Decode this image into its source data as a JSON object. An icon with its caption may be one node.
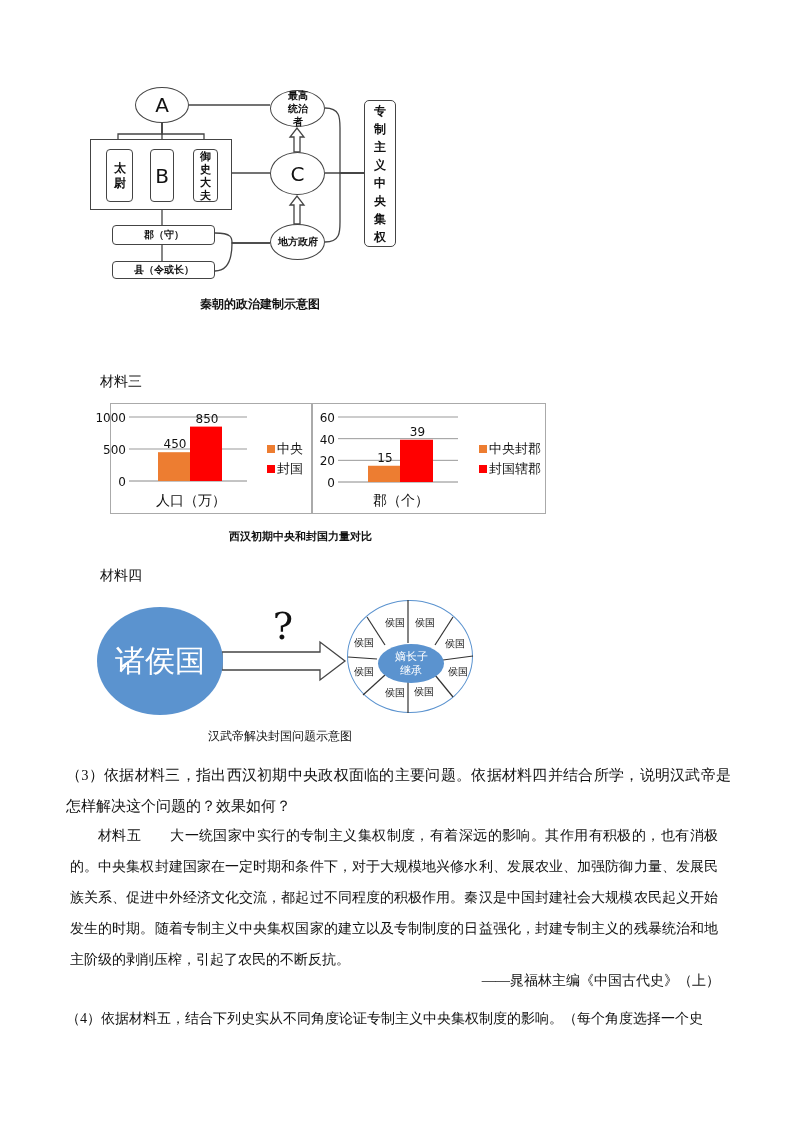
{
  "diagram": {
    "nodes": [
      {
        "text": [
          "A"
        ]
      },
      {
        "text": [],
        "shape": "box"
      },
      {
        "text": [
          "太尉"
        ],
        "in": 1
      },
      {
        "text": [
          "B"
        ],
        "in": 1
      },
      {
        "text": [
          "御史大夫"
        ],
        "in": 1
      },
      {
        "text": [
          "郡（守）"
        ]
      },
      {
        "text": [
          "县（令或长）"
        ]
      },
      {
        "text": [
          "最高统治者"
        ]
      },
      {
        "text": [
          "C"
        ]
      },
      {
        "text": [
          "地方政府"
        ]
      },
      {
        "text": [
          "专制主义中央集权"
        ]
      },
      {
        "text": [
          "诸侯国"
        ]
      },
      {
        "text": [],
        "shape": "circle"
      },
      {
        "text": [
          "嫡长子继承"
        ],
        "in": 12
      },
      {
        "text": [
          "侯国"
        ],
        "in": 12
      },
      {
        "text": [
          "侯国"
        ],
        "in": 12
      },
      {
        "text": [
          "侯国"
        ],
        "in": 12
      },
      {
        "text": [
          "侯国"
        ],
        "in": 12
      },
      {
        "text": [
          "侯国"
        ],
        "in": 12
      },
      {
        "text": [
          "侯国"
        ],
        "in": 12
      },
      {
        "text": [
          "侯国"
        ],
        "in": 12
      },
      {
        "text": [
          "侯国"
        ],
        "in": 12
      }
    ],
    "edges": [
      {
        "from": 0,
        "to": 7,
        "arrow": "none"
      },
      {
        "from": 0,
        "to": 2,
        "arrow": "none"
      },
      {
        "from": 0,
        "to": 3,
        "arrow": "none"
      },
      {
        "from": 0,
        "to": 4,
        "arrow": "none"
      },
      {
        "from": 1,
        "to": 8,
        "arrow": "none"
      },
      {
        "from": 1,
        "to": 5,
        "arrow": "none"
      },
      {
        "from": 5,
        "to": 6,
        "arrow": "none"
      },
      {
        "from": 5,
        "to": 9,
        "arrow": "none"
      },
      {
        "from": 6,
        "to": 9,
        "arrow": "none"
      },
      {
        "from": 8,
        "to": 7,
        "arrow": "to"
      },
      {
        "from": 9,
        "to": 8,
        "arrow": "to"
      },
      {
        "from": 7,
        "to": 10,
        "arrow": "none"
      },
      {
        "from": 8,
        "to": 10,
        "arrow": "none"
      },
      {
        "from": 9,
        "to": 10,
        "arrow": "none"
      },
      {
        "from": 11,
        "to": 12,
        "arrow": "to",
        "label": "?"
      }
    ],
    "labels": [
      "秦朝的政治建制示意图",
      "材料三",
      "西汉初期中央和封国力量对比",
      "材料四",
      "汉武帝解决封国问题示意图",
      "（3）依据材料三，指出西汉初期中央政权面临的主要问题。依据材料四并结合所学，说明汉武帝是怎样解决这个问题的？效果如何？",
      "材料五　　大一统国家中实行的专制主义集权制度，有着深远的影响。其作用有积极的，也有消极的。中央集权封建国家在一定时期和条件下，对于大规模地兴修水利、发展农业、加强防御力量、发展民族关系、促进中外经济文化交流，都起过不同程度的积极作用。秦汉是中国封建社会大规模农民起义开始发生的时期。随着专制主义中央集权国家的建立以及专制制度的日益强化，封建专制主义的残暴统治和地主阶级的剥削压榨，引起了农民的不断反抗。",
      "——晁福林主编《中国古代史》（上）",
      "（4）依据材料五，结合下列史实从不同角度论证专制主义中央集权制度的影响。（每个角度选择一个史"
    ],
    "chart_data": [
      {
        "type": "bar",
        "categories": [
          "人口（万）"
        ],
        "series": [
          {
            "name": "中央",
            "color": "#ed7d31",
            "values": [
              450
            ]
          },
          {
            "name": "封国",
            "color": "#ff0000",
            "values": [
              850
            ]
          }
        ],
        "ylim": [
          0,
          1000
        ],
        "yticks": [
          0,
          500,
          1000
        ],
        "data_labels": true,
        "legend": "right"
      },
      {
        "type": "bar",
        "categories": [
          "郡（个）"
        ],
        "series": [
          {
            "name": "中央封郡",
            "color": "#ed7d31",
            "values": [
              15
            ]
          },
          {
            "name": "封国辖郡",
            "color": "#ff0000",
            "values": [
              39
            ]
          }
        ],
        "ylim": [
          0,
          60
        ],
        "yticks": [
          0,
          20,
          40,
          60
        ],
        "data_labels": true,
        "legend": "right"
      }
    ]
  }
}
